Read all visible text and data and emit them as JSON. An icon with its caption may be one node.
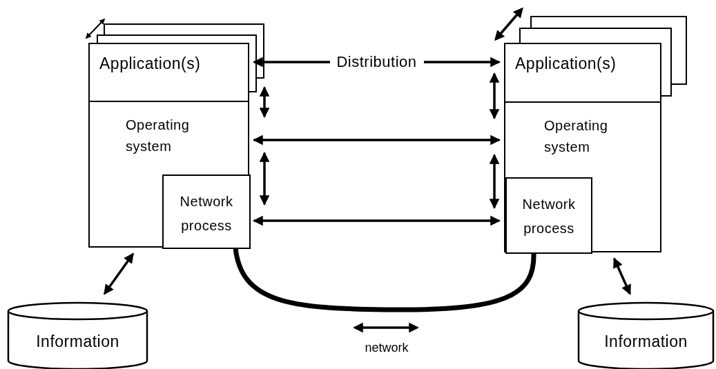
{
  "diagram": {
    "nodes": [
      {
        "text": [
          "Application(s)"
        ]
      },
      {
        "text": [
          "Operating system"
        ]
      },
      {
        "text": [
          "Network process"
        ],
        "in": 1
      },
      {
        "text": [
          "Application(s)"
        ]
      },
      {
        "text": [
          "Operating system"
        ]
      },
      {
        "text": [
          "Network process"
        ],
        "in": 4
      },
      {
        "text": [
          "Information"
        ]
      },
      {
        "text": [
          "Information"
        ]
      }
    ],
    "edges": [
      {
        "from": 0,
        "to": 3,
        "arrow": "both",
        "label": "Distribution"
      },
      {
        "from": 1,
        "to": 4,
        "arrow": "both"
      },
      {
        "from": 2,
        "to": 5,
        "arrow": "both"
      },
      {
        "from": 0,
        "to": 1,
        "arrow": "both"
      },
      {
        "from": 1,
        "to": 2,
        "arrow": "both"
      },
      {
        "from": 3,
        "to": 4,
        "arrow": "both"
      },
      {
        "from": 4,
        "to": 5,
        "arrow": "both"
      },
      {
        "from": 1,
        "to": 6,
        "arrow": "both"
      },
      {
        "from": 4,
        "to": 7,
        "arrow": "both"
      },
      {
        "from": 2,
        "to": 5,
        "arrow": "none",
        "style": "thick"
      }
    ],
    "labels": [
      "network"
    ]
  }
}
